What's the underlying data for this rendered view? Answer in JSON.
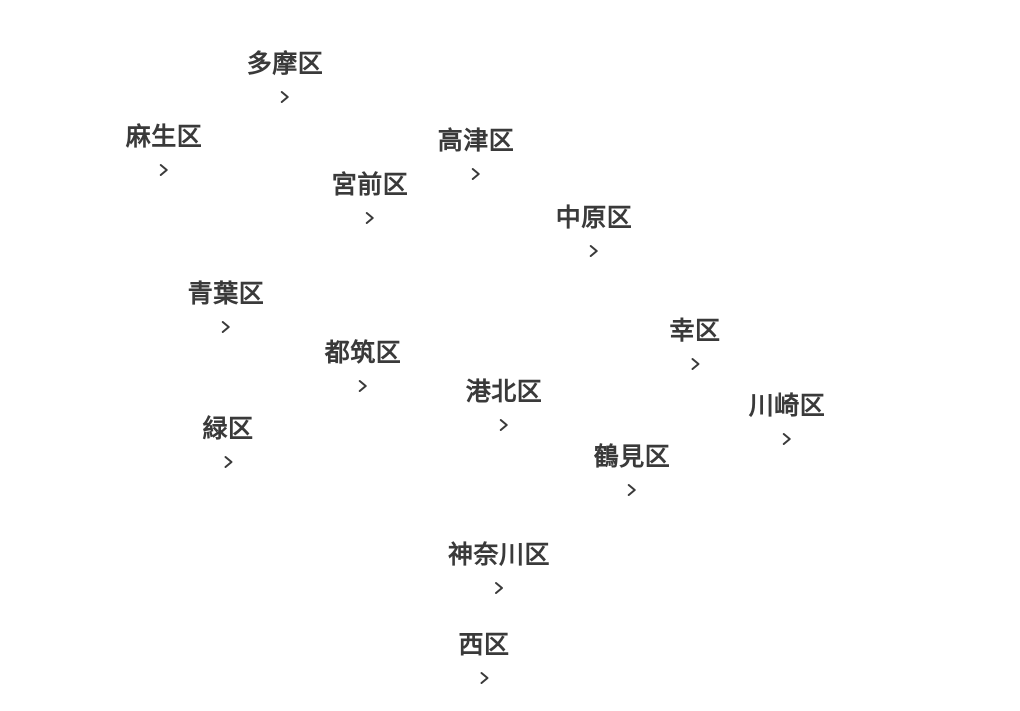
{
  "wards": [
    {
      "id": "w-tama",
      "label": "多摩区"
    },
    {
      "id": "w-asao",
      "label": "麻生区"
    },
    {
      "id": "w-takatsu",
      "label": "高津区"
    },
    {
      "id": "w-miyamae",
      "label": "宮前区"
    },
    {
      "id": "w-nakahara",
      "label": "中原区"
    },
    {
      "id": "w-aoba",
      "label": "青葉区"
    },
    {
      "id": "w-saiwai",
      "label": "幸区"
    },
    {
      "id": "w-tsuzuki",
      "label": "都筑区"
    },
    {
      "id": "w-kohoku",
      "label": "港北区"
    },
    {
      "id": "w-kawasaki",
      "label": "川崎区"
    },
    {
      "id": "w-midori",
      "label": "緑区"
    },
    {
      "id": "w-tsurumi",
      "label": "鶴見区"
    },
    {
      "id": "w-kanagawa",
      "label": "神奈川区"
    },
    {
      "id": "w-nishi",
      "label": "西区"
    }
  ],
  "icons": {
    "chevron": "chevron-right-icon"
  },
  "colors": {
    "text": "#3a3a3a",
    "background": "#ffffff"
  }
}
